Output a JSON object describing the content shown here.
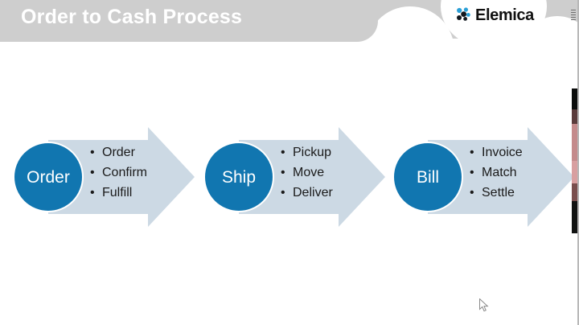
{
  "header": {
    "title": "Order to Cash Process",
    "band_color": "#cecece",
    "title_color": "#ffffff",
    "logo": {
      "text": "Elemica",
      "mark_name": "elemica-molecule-logo",
      "mark_primary_color": "#2a9fd6",
      "mark_secondary_color": "#12181f"
    }
  },
  "diagram": {
    "accent_color": "#1176b0",
    "arrow_fill": "#ccd9e4",
    "steps": [
      {
        "id": "order",
        "circle_label": "Order",
        "bullets": [
          "Order",
          "Confirm",
          "Fulfill"
        ]
      },
      {
        "id": "ship",
        "circle_label": "Ship",
        "bullets": [
          "Pickup",
          "Move",
          "Deliver"
        ]
      },
      {
        "id": "bill",
        "circle_label": "Bill",
        "bullets": [
          "Invoice",
          "Match",
          "Settle"
        ]
      }
    ]
  }
}
